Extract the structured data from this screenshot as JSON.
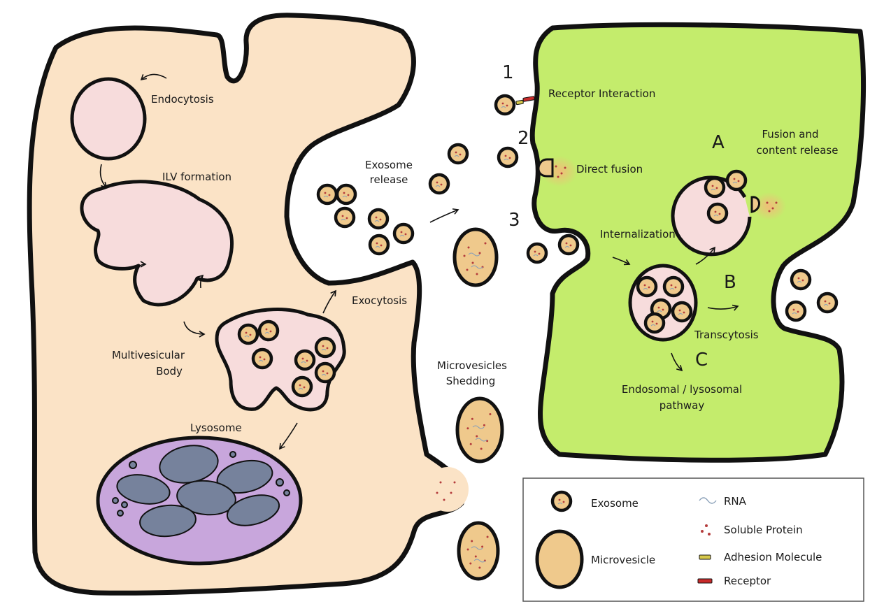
{
  "labels": {
    "endocytosis": "Endocytosis",
    "ilv_formation": "ILV formation",
    "mvb_line1": "Multivesicular",
    "mvb_line2": "Body",
    "lysosome": "Lysosome",
    "exocytosis": "Exocytosis",
    "exosome_release_line1": "Exosome",
    "exosome_release_line2": "release",
    "mv_shedding_line1": "Microvesicles",
    "mv_shedding_line2": "Shedding",
    "receptor_interaction": "Receptor Interaction",
    "direct_fusion": "Direct fusion",
    "internalization": "Internalization",
    "fusion_line1": "Fusion and",
    "fusion_line2": "content release",
    "transcytosis": "Transcytosis",
    "endo_line1": "Endosomal / lysosomal",
    "endo_line2": "pathway"
  },
  "markers": {
    "n1": "1",
    "n2": "2",
    "n3": "3",
    "a": "A",
    "b": "B",
    "c": "C"
  },
  "legend": {
    "exosome": "Exosome",
    "microvesicle": "Microvesicle",
    "rna": "RNA",
    "soluble_protein": "Soluble Protein",
    "adhesion_molecule": "Adhesion Molecule",
    "receptor": "Receptor"
  },
  "colors": {
    "donor_cell": "#fbe3c6",
    "recipient_cell": "#c4ec6c",
    "endosome": "#f7dcdc",
    "lysosome": "#c8a6dc",
    "lysosome_content": "#76829c",
    "vesicle": "#efc98c",
    "outline": "#111111"
  }
}
